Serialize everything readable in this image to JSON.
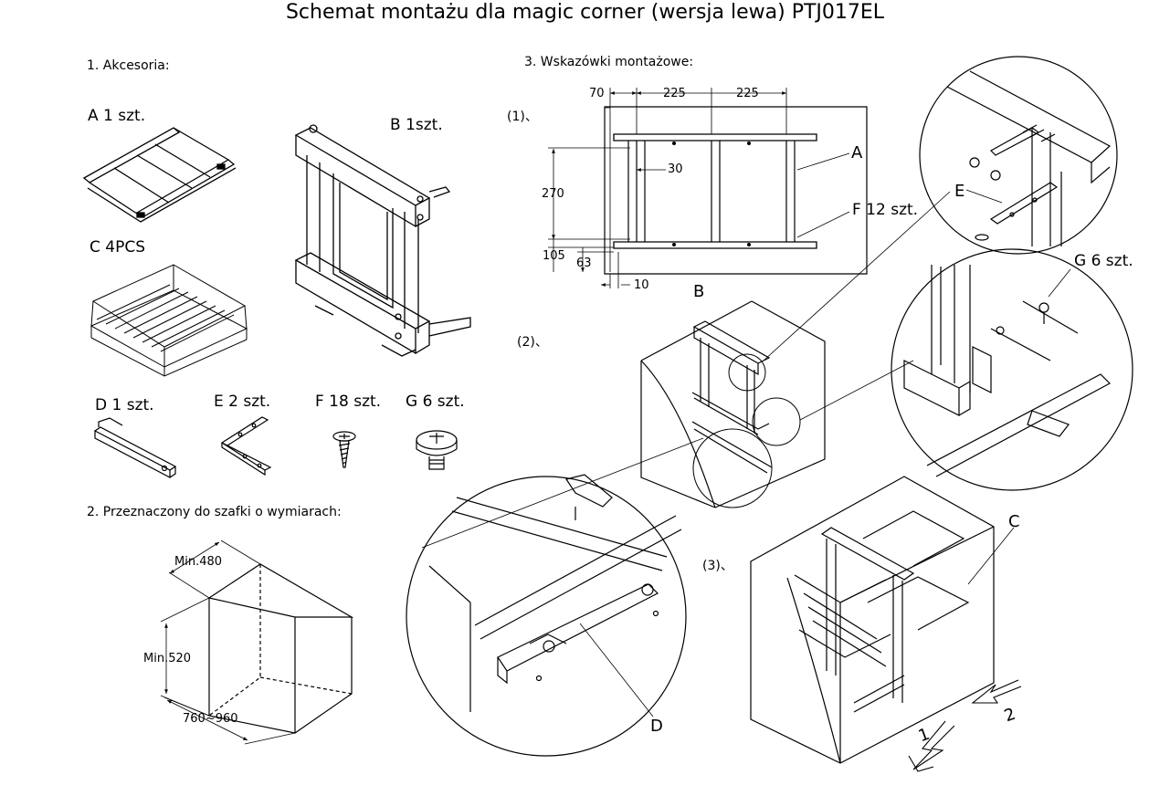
{
  "title": "Schemat montażu dla magic corner (wersja lewa) PTJ017EL",
  "sections": {
    "accessories": "1. Akcesoria:",
    "cabinet": "2. Przeznaczony do szafki o wymiarach:",
    "instructions": "3. Wskazówki montażowe:"
  },
  "parts": {
    "a": "A   1 szt.",
    "b": "B   1szt.",
    "c": "C   4PCS",
    "d": "D   1 szt.",
    "e": "E   2 szt.",
    "f": "F  18 szt.",
    "g": "G  6 szt."
  },
  "cabinet_dims": {
    "depth": "Min.480",
    "height": "Min.520",
    "width": "760~960"
  },
  "steps": {
    "s1": "(1)、",
    "s2": "(2)、",
    "s3": "(3)、"
  },
  "plan_dims": {
    "d70": "70",
    "d225a": "225",
    "d225b": "225",
    "d30": "30",
    "d270": "270",
    "d105": "105",
    "d63": "63",
    "d10": "10"
  },
  "callouts": {
    "a": "A",
    "f": "F   12 szt.",
    "b": "B",
    "e": "E",
    "g": "G  6 szt.",
    "d": "D",
    "c": "C",
    "arrow1": "1",
    "arrow2": "2"
  }
}
